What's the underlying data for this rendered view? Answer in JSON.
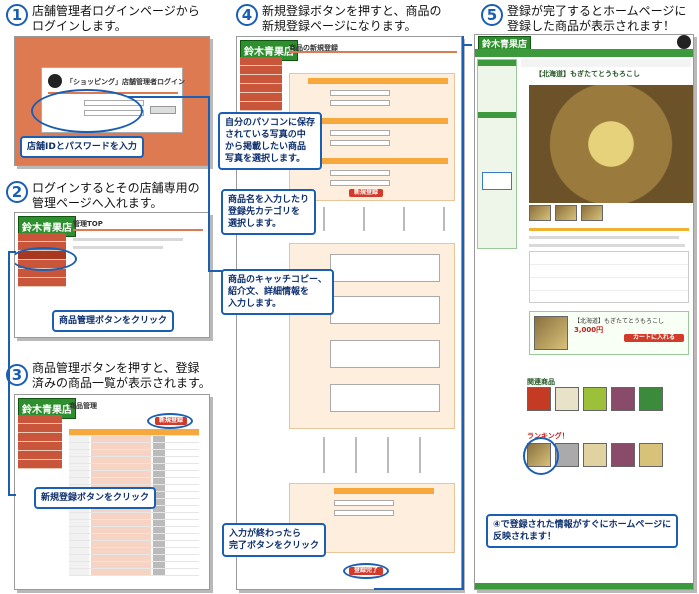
{
  "steps": [
    {
      "num": "1",
      "text": "店舗管理者ログインページから\nログインします。"
    },
    {
      "num": "2",
      "text": "ログインするとその店舗専用の\n管理ページへ入れます。"
    },
    {
      "num": "3",
      "text": "商品管理ボタンを押すと、登録\n済みの商品一覧が表示されます。"
    },
    {
      "num": "4",
      "text": "新規登録ボタンを押すと、商品の\n新規登録ページになります。"
    },
    {
      "num": "5",
      "text": "登録が完了するとホームページに\n登録した商品が表示されます！"
    }
  ],
  "callouts": {
    "login_id": "店舗IDとパスワードを入力",
    "product_mgmt": "商品管理ボタンをクリック",
    "new_register": "新規登録ボタンをクリック",
    "photo_select": "自分のパソコンに保存\nされている写真の中\nから掲載したい商品\n写真を選択します。",
    "category": "商品名を入力したり\n登録先カテゴリを\n選択します。",
    "catchcopy": "商品のキャッチコピー、\n紹介文、詳細情報を\n入力します。",
    "complete": "入力が終わったら\n完了ボタンをクリック",
    "reflected": "④で登録された情報がすぐにホームページに\n反映されます！"
  },
  "mock": {
    "logo": "鈴木青果店",
    "login_title": "「ショッピング」店舗管理者ログイン",
    "product_title": "【北海道】もぎたてとうもろこし",
    "price": "3,000円",
    "cart_button": "カートに入れる",
    "register_button": "新規登録",
    "complete_button": "登録完了",
    "related": "関連商品",
    "ranking": "ランキング！",
    "mgmt_top": "管理TOP",
    "product_mgmt_page": "商品管理",
    "new_register_page": "商品の新規登録"
  }
}
